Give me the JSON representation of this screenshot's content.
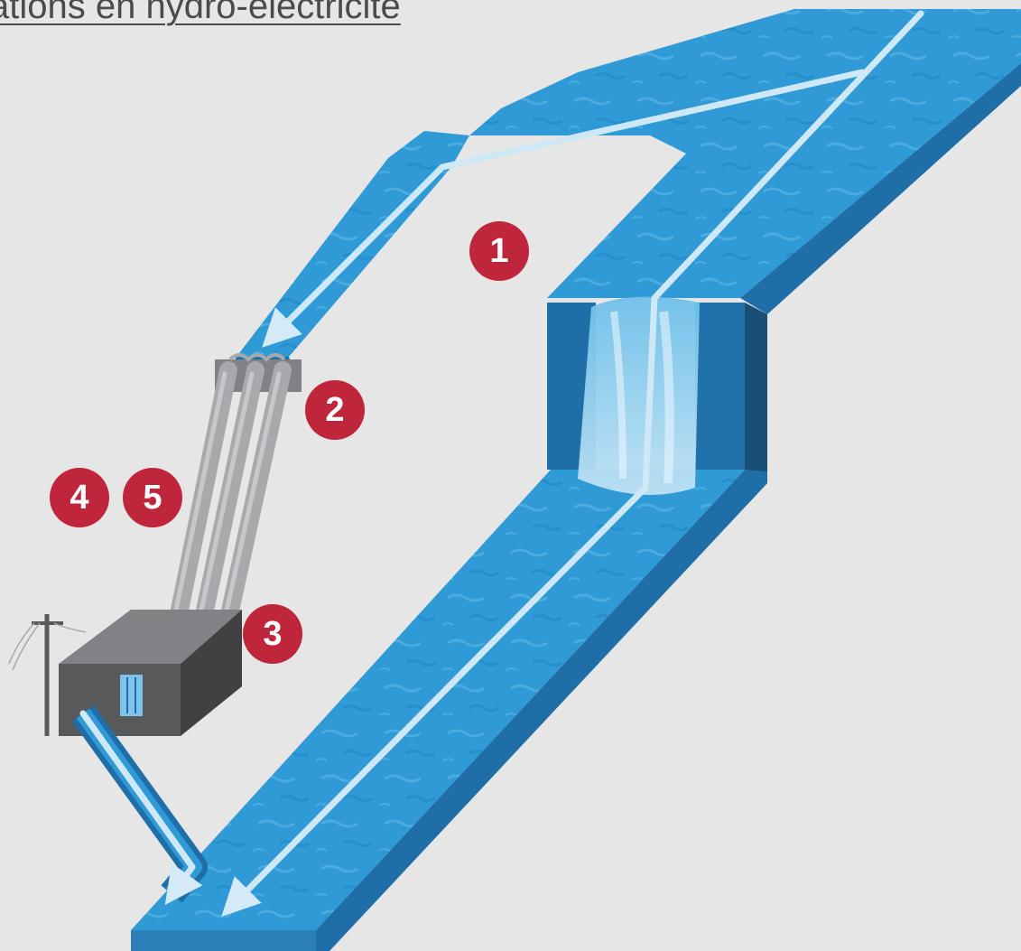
{
  "title": {
    "text": "ations en hydro-électricité"
  },
  "markers": [
    {
      "id": "1",
      "label": "1"
    },
    {
      "id": "2",
      "label": "2"
    },
    {
      "id": "3",
      "label": "3"
    },
    {
      "id": "4",
      "label": "4"
    },
    {
      "id": "5",
      "label": "5"
    }
  ],
  "colors": {
    "background": "#e5e6e5",
    "water": "#2f9ad6",
    "water_side": "#1f6ea8",
    "flow_arrow": "#cfe8f5",
    "marker": "#c0263b",
    "marker_text": "#ffffff",
    "penstock": "#a7a9ac",
    "powerhouse_front": "#58595b",
    "powerhouse_top": "#808285",
    "powerhouse_side": "#414042"
  }
}
